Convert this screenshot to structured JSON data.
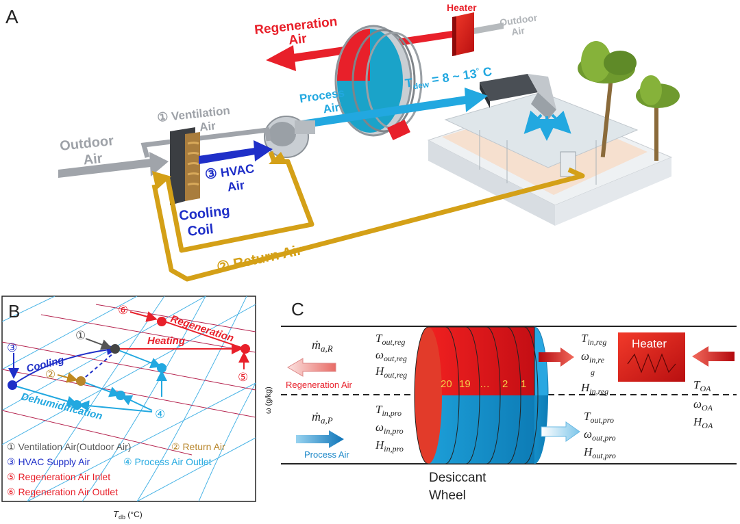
{
  "panelA": {
    "label": "A",
    "heater": "Heater",
    "outdoor_air_top_1": "Outdoor",
    "outdoor_air_top_2": "Air",
    "regeneration_air_1": "Regeneration",
    "regeneration_air_2": "Air",
    "tdew_sym": "T",
    "tdew_sub": "dew",
    "tdew_val": " = 8 ~ 13",
    "tdew_deg": "°",
    "tdew_unit": " C",
    "process_air_1": "Process",
    "process_air_2": "Air",
    "ventilation_num": "①",
    "ventilation_1": "Ventilation",
    "ventilation_2": "Air",
    "outdoor_air_left_1": "Outdoor",
    "outdoor_air_left_2": "Air",
    "hvac_num": "③",
    "hvac_1": "HVAC",
    "hvac_2": "Air",
    "cooling_1": "Cooling",
    "cooling_2": "Coil",
    "return_air": "② Return Air"
  },
  "panelB": {
    "label": "B",
    "point_labels": {
      "p1": "①",
      "p2": "②",
      "p3": "③",
      "p4": "④",
      "p5": "⑤",
      "p6": "⑥"
    },
    "regeneration": "Regeneration",
    "heating": "Heating",
    "cooling": "Cooling",
    "dehumidification": "Dehumidification",
    "y_axis": "ω (g/kg)",
    "x_axis_sym": "T",
    "x_axis_sub": "db",
    "x_axis_unit": " (°C)",
    "legend": [
      {
        "text": "① Ventilation Air(Outdoor Air)",
        "color": "#555555"
      },
      {
        "text": "② Return Air",
        "color": "#b8862b"
      },
      {
        "text": "③ HVAC Supply Air",
        "color": "#1f2fc8"
      },
      {
        "text": "④ Process Air Outlet",
        "color": "#22a8e0"
      },
      {
        "text": "⑤ Regeneration Air Inlet",
        "color": "#e8202a"
      },
      {
        "text": "⑥ Regeneration Air Outlet",
        "color": "#e8202a"
      }
    ]
  },
  "panelC": {
    "label": "C",
    "mdot_r": "ṁa,R",
    "regeneration_air": "Regeneration Air",
    "mdot_p": "ṁa,P",
    "process_air": "Process Air",
    "out_reg": [
      "Tout,reg",
      "ωout,reg",
      "Hout,reg"
    ],
    "in_pro": [
      "Tin,pro",
      "ωin,pro",
      "Hin,pro"
    ],
    "in_reg": [
      "Tin,reg",
      "ωin,re",
      "g",
      "Hin,reg"
    ],
    "out_pro": [
      "Tout,pro",
      "ωout,pro",
      "Hout,pro"
    ],
    "oa": [
      "TOA",
      "ωOA",
      "HOA"
    ],
    "heater": "Heater",
    "segments": [
      "20",
      "19",
      "…",
      "2",
      "1"
    ],
    "desiccant_1": "Desiccant",
    "desiccant_2": "Wheel"
  },
  "colors": {
    "regen_red": "#e8202a",
    "process_blue": "#22a8e0",
    "hvac_blue": "#1f2fc8",
    "return_gold": "#d4a017",
    "outdoor_gray": "#a0a4aa"
  }
}
